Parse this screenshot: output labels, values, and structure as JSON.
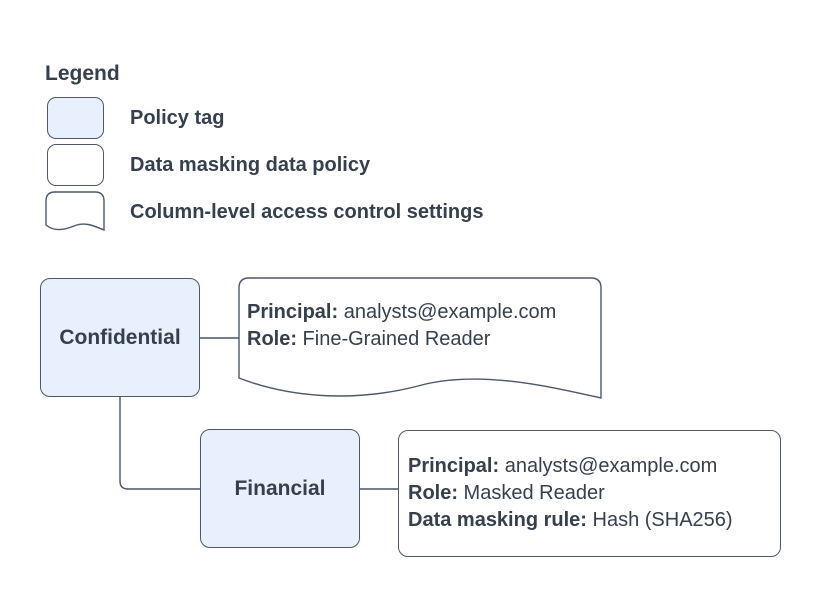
{
  "colors": {
    "policy_tag_fill": "#e8f0fe",
    "shape_stroke": "#4d5967",
    "connector_stroke": "#4a5565",
    "text": "#36404d",
    "background": "#ffffff"
  },
  "legend": {
    "title": "Legend",
    "items": [
      {
        "swatch": "policy-tag-swatch",
        "label": "Policy tag"
      },
      {
        "swatch": "data-masking-policy-swatch",
        "label": "Data masking data policy"
      },
      {
        "swatch": "access-control-settings-swatch",
        "label": "Column-level access control settings"
      }
    ]
  },
  "diagram": {
    "policy_tags": [
      {
        "name": "Confidential"
      },
      {
        "name": "Financial"
      }
    ],
    "access_control_settings": {
      "lines": [
        {
          "label": "Principal:",
          "value": " analysts@example.com"
        },
        {
          "label": "Role:",
          "value": " Fine-Grained Reader"
        }
      ]
    },
    "data_masking_policy": {
      "lines": [
        {
          "label": "Principal:",
          "value": " analysts@example.com"
        },
        {
          "label": "Role:",
          "value": " Masked Reader"
        },
        {
          "label": "Data masking rule:",
          "value": " Hash (SHA256)"
        }
      ]
    }
  }
}
